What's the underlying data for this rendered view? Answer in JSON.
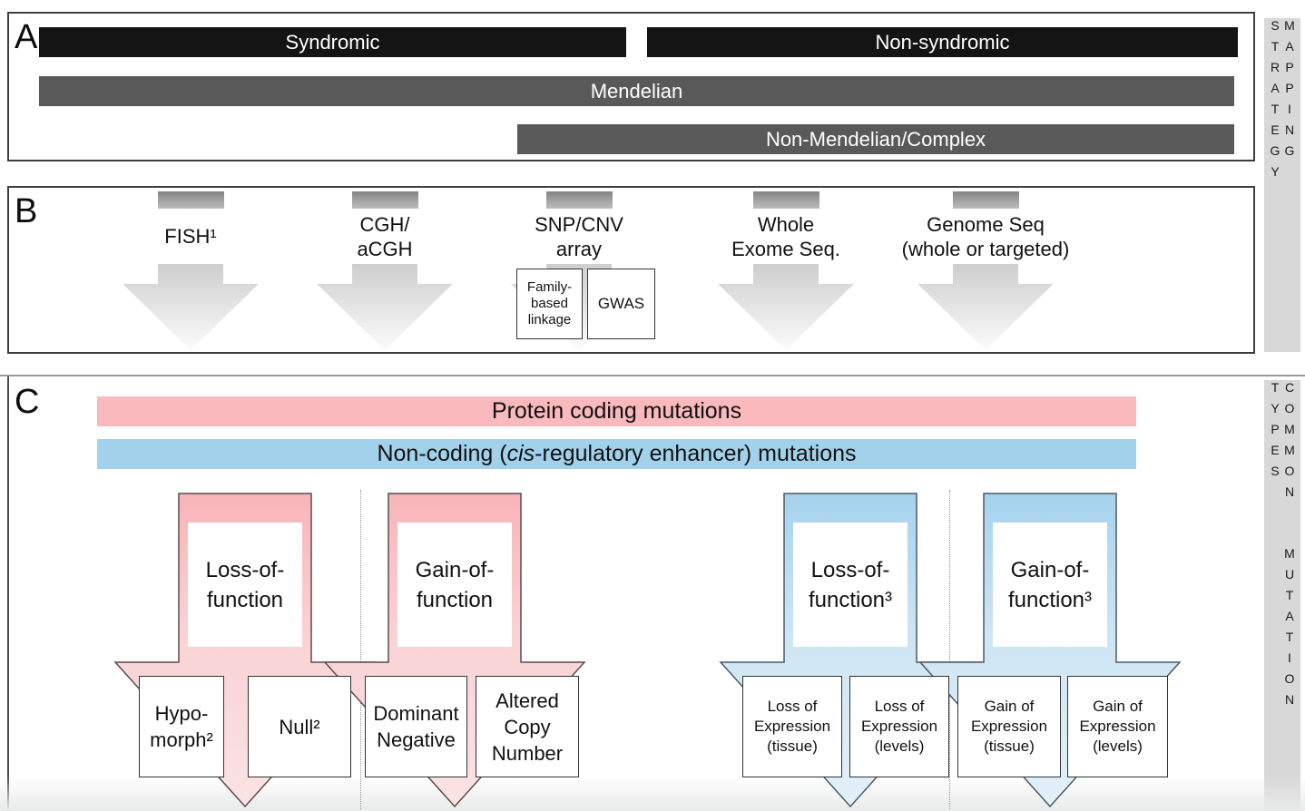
{
  "figure": {
    "panel_a_label": "A",
    "panel_b_label": "B",
    "panel_c_label": "C"
  },
  "sidebar": {
    "mapping_strategy": "MAPPING STRATEGY",
    "common_mutation_types": "COMMON MUTATION TYPES"
  },
  "panelA": {
    "bars": [
      {
        "label": "Syndromic"
      },
      {
        "label": "Non-syndromic"
      },
      {
        "label": "Mendelian"
      },
      {
        "label": "Non-Mendelian/Complex"
      }
    ]
  },
  "panelB": {
    "methods": [
      {
        "label": "FISH¹"
      },
      {
        "label": "CGH/\naCGH"
      },
      {
        "label": "SNP/CNV\narray"
      },
      {
        "label": "Whole\nExome Seq."
      },
      {
        "label": "Genome Seq\n(whole or targeted)"
      }
    ],
    "snp_sub_boxes": [
      {
        "label": "Family-\nbased\nlinkage"
      },
      {
        "label": "GWAS"
      }
    ]
  },
  "panelC": {
    "coding_bar": "Protein coding mutations",
    "noncoding_bar": {
      "prefix": "Non-coding (",
      "italic": "cis",
      "suffix": "-regulatory enhancer) mutations"
    },
    "arrows": [
      {
        "title": "Loss-of-\nfunction"
      },
      {
        "title": "Gain-of-\nfunction"
      },
      {
        "title": "Loss-of-\nfunction³"
      },
      {
        "title": "Gain-of-\nfunction³"
      }
    ],
    "boxes": [
      {
        "label": "Hypo-\nmorph²"
      },
      {
        "label": "Null²"
      },
      {
        "label": "Dominant\nNegative"
      },
      {
        "label": "Altered\nCopy\nNumber"
      },
      {
        "label": "Loss of\nExpression\n(tissue)"
      },
      {
        "label": "Loss of\nExpression\n(levels)"
      },
      {
        "label": "Gain of\nExpression\n(tissue)"
      },
      {
        "label": "Gain of\nExpression\n(levels)"
      }
    ]
  },
  "colors": {
    "black_bar": "#141414",
    "gray_bar": "#595959",
    "sidebar_bg": "#d8d8d8",
    "pink": "#f9b9bd",
    "blue": "#a2d2eb"
  }
}
